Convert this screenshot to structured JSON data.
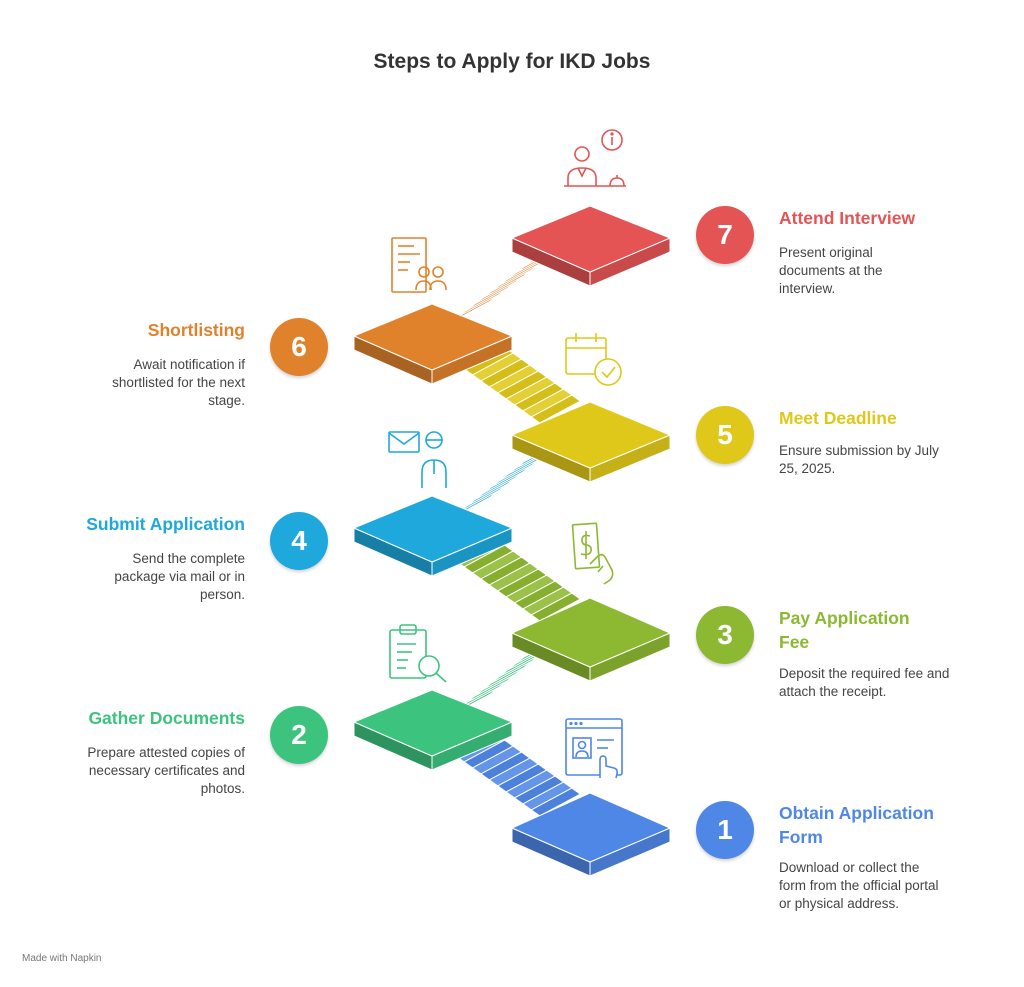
{
  "title": "Steps to Apply for IKD Jobs",
  "colors": {
    "s1": "#4f87e6",
    "s2": "#3cc47f",
    "s3": "#8db832",
    "s4": "#1ea8dc",
    "s5": "#e0c81a",
    "s6": "#e0822c",
    "s7": "#e45454"
  },
  "steps": [
    {
      "num": "1",
      "title": "Obtain Application Form",
      "desc": "Download or collect the form from the official portal or physical address.",
      "icon": "browser-form-click-icon"
    },
    {
      "num": "2",
      "title": "Gather Documents",
      "desc": "Prepare attested copies of necessary certificates and photos.",
      "icon": "clipboard-search-icon"
    },
    {
      "num": "3",
      "title": "Pay Application Fee",
      "desc": "Deposit the required fee and attach the receipt.",
      "icon": "hand-money-icon"
    },
    {
      "num": "4",
      "title": "Submit Application",
      "desc": "Send the complete package via mail or in person.",
      "icon": "mail-person-icon"
    },
    {
      "num": "5",
      "title": "Meet Deadline",
      "desc": "Ensure submission by July 25, 2025.",
      "icon": "calendar-check-icon"
    },
    {
      "num": "6",
      "title": "Shortlisting",
      "desc": "Await notification if shortlisted for the next stage.",
      "icon": "document-people-icon"
    },
    {
      "num": "7",
      "title": "Attend Interview",
      "desc": "Present original documents at the interview.",
      "icon": "receptionist-info-icon"
    }
  ],
  "footer": "Made with Napkin"
}
